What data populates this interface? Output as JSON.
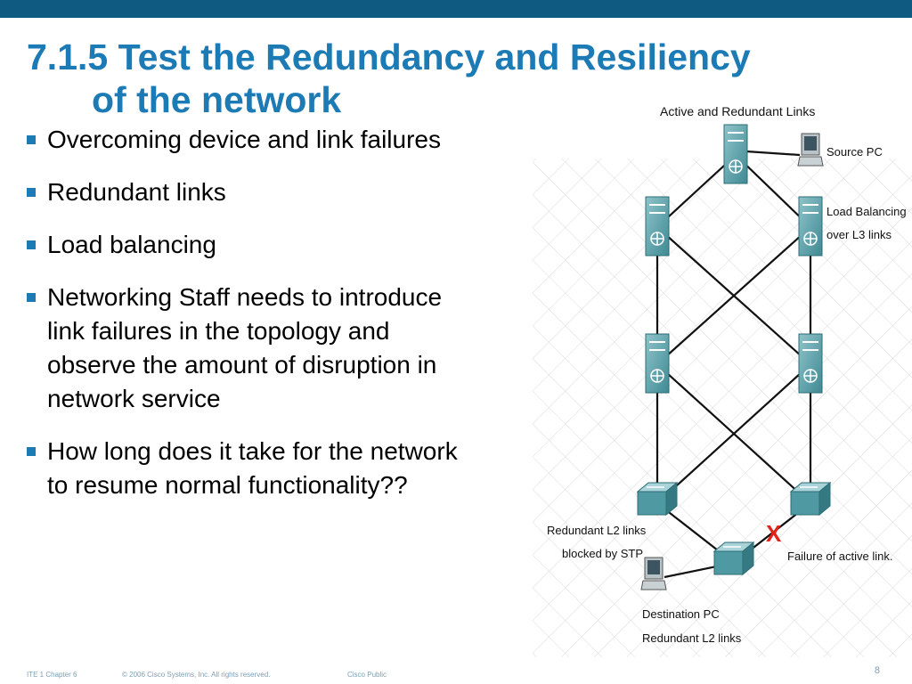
{
  "slide": {
    "title_line1": "7.1.5 Test the Redundancy and Resiliency",
    "title_line2": "of the network",
    "bullets": [
      {
        "lines": [
          "Overcoming device and link failures"
        ]
      },
      {
        "lines": [
          "Redundant links"
        ]
      },
      {
        "lines": [
          "Load balancing"
        ]
      },
      {
        "lines": [
          "Networking Staff needs to introduce",
          "link failures in the topology and",
          "observe the amount of disruption in",
          "network service"
        ]
      },
      {
        "lines": [
          "How long does it take for the network",
          "to resume normal functionality??"
        ]
      }
    ],
    "accent_color": "#1c7ab5",
    "bar_color": "#0e5a80"
  },
  "diagram": {
    "heading": "Active and Redundant Links",
    "source_pc": "Source PC",
    "load_balancing_line1": "Load Balancing",
    "load_balancing_line2": "over L3 links",
    "redundant_l2_line1": "Redundant L2 links",
    "redundant_l2_line2": "blocked by STP",
    "failure": "Failure of active link.",
    "failure_mark": "X",
    "destination_pc": "Destination PC",
    "redundant_l2_bottom": "Redundant L2 links"
  },
  "footer": {
    "chapter": "ITE 1 Chapter 6",
    "copyright": "© 2006 Cisco Systems, Inc. All rights reserved.",
    "classification": "Cisco Public",
    "page": "8"
  }
}
